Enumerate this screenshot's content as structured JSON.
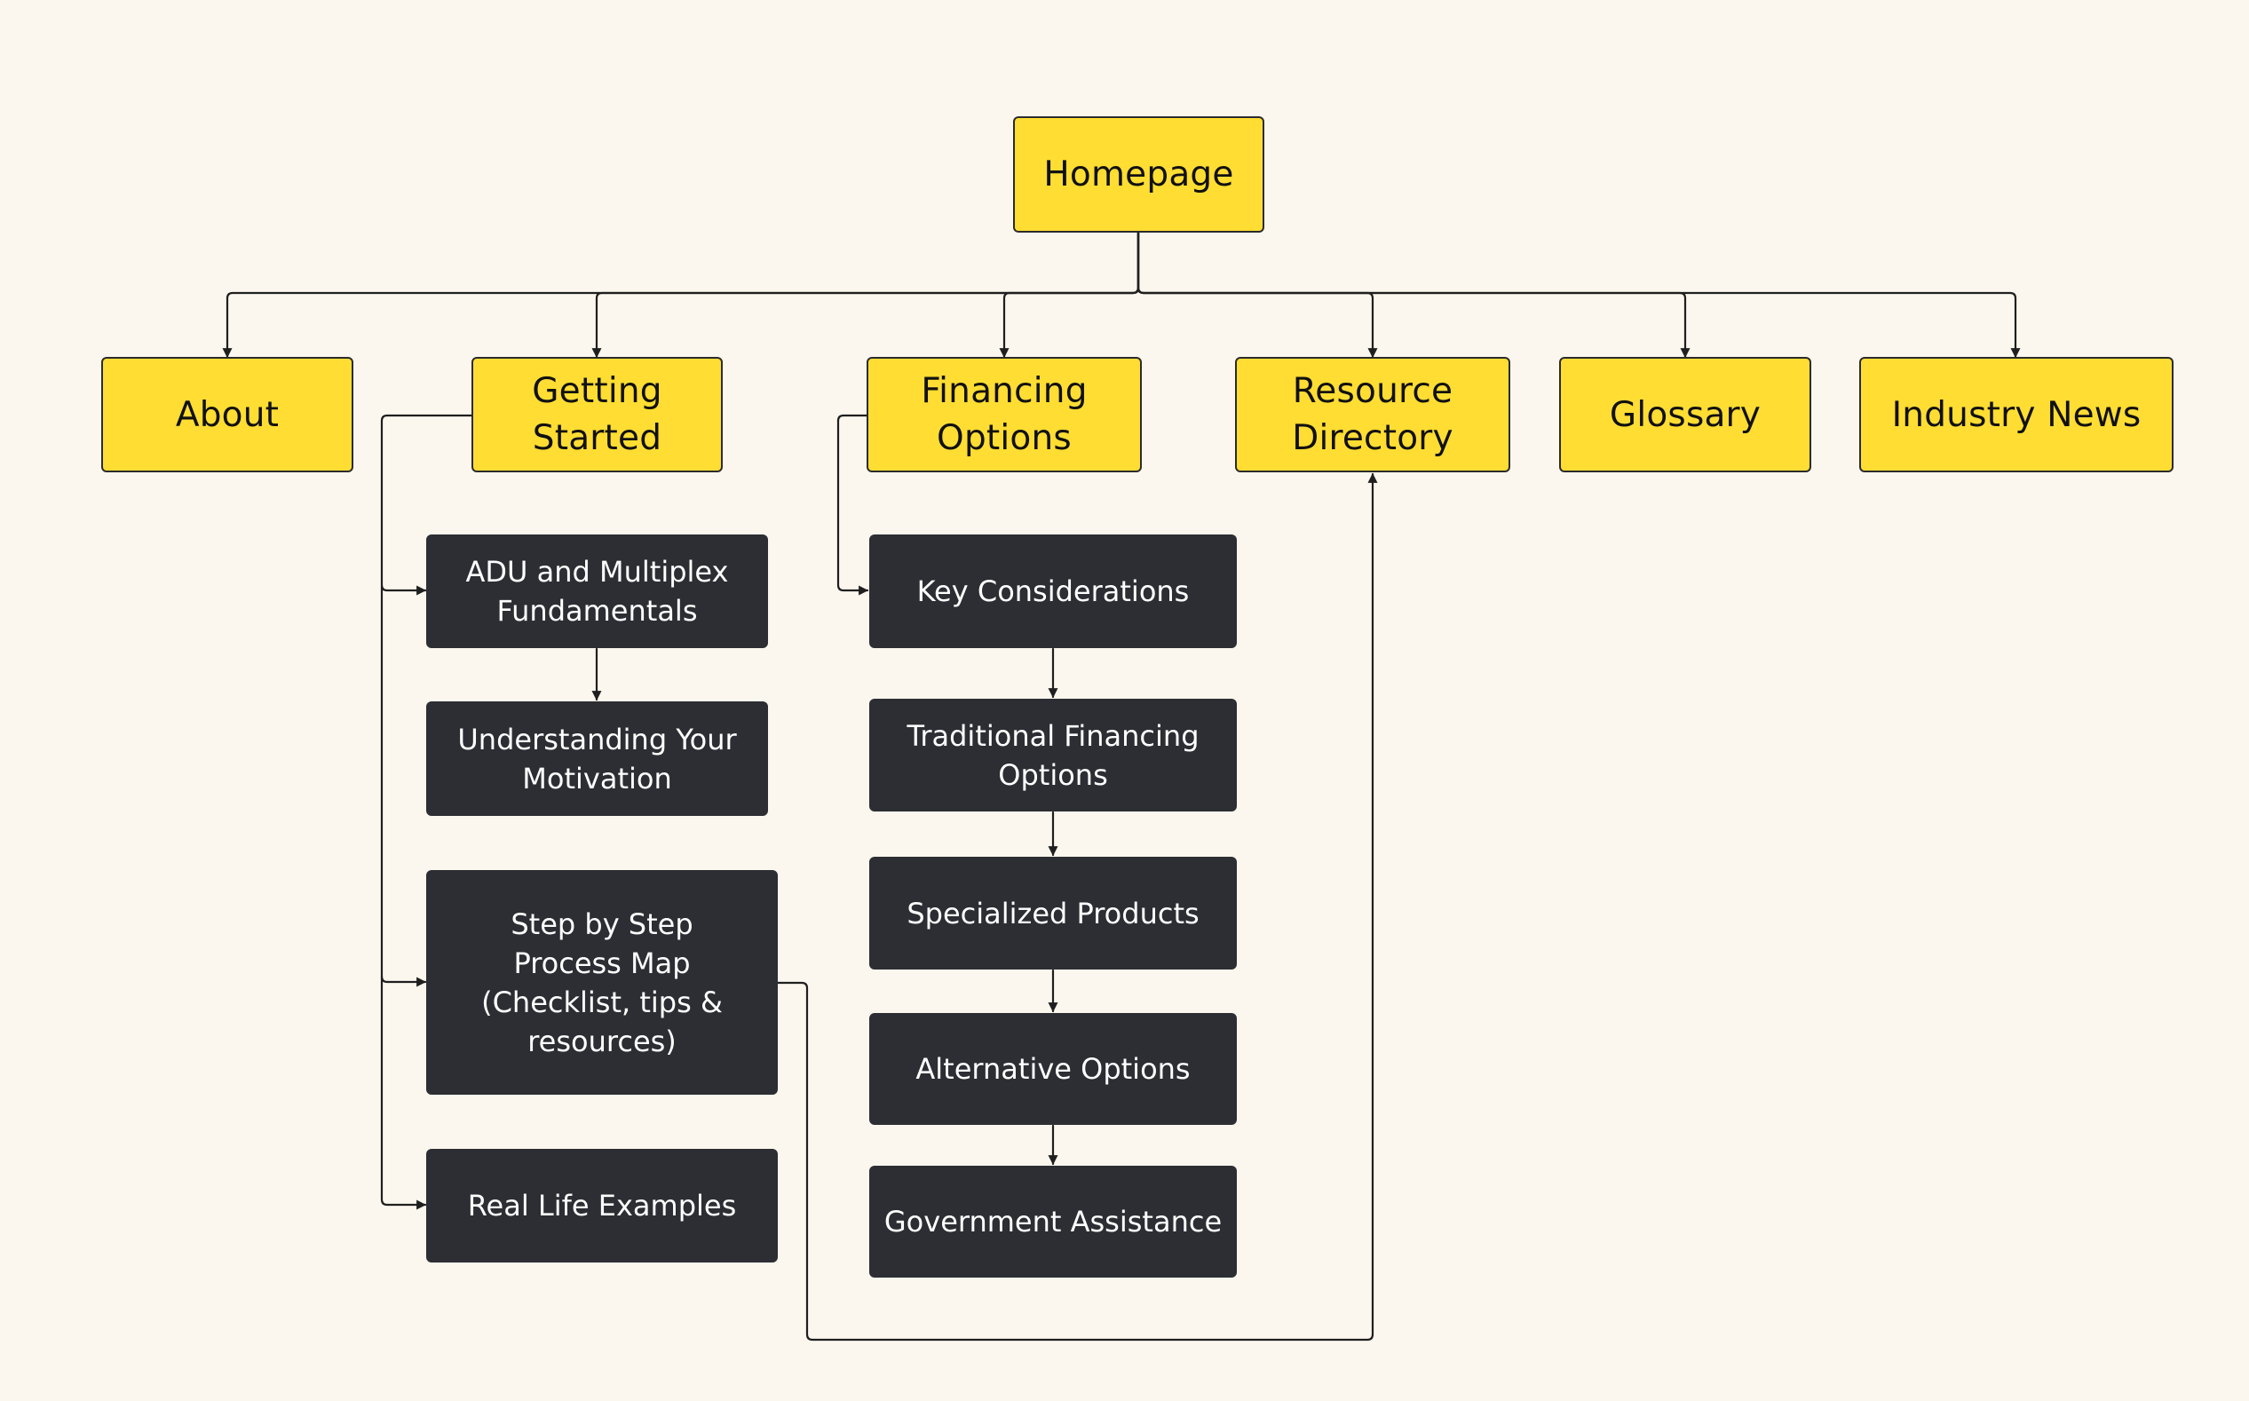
{
  "diagram": {
    "root": {
      "label": "Homepage"
    },
    "sections": {
      "about": "About",
      "getting_started": "Getting\nStarted",
      "financing_options": "Financing\nOptions",
      "resource_directory": "Resource\nDirectory",
      "glossary": "Glossary",
      "industry_news": "Industry News"
    },
    "getting_started_pages": {
      "adu_fundamentals": "ADU and Multiplex\nFundamentals",
      "understanding_motivation": "Understanding Your\nMotivation",
      "process_map": "Step by Step\nProcess Map\n(Checklist, tips &\nresources)",
      "real_life_examples": "Real Life Examples"
    },
    "financing_pages": {
      "key_considerations": "Key Considerations",
      "traditional_financing": "Traditional Financing\nOptions",
      "specialized_products": "Specialized Products",
      "alternative_options": "Alternative Options",
      "government_assistance": "Government Assistance"
    },
    "colors": {
      "section_fill": "#ffdd33",
      "page_fill": "#2c2e33",
      "background": "#fbf7ee",
      "connector": "#1f1f1f"
    }
  }
}
